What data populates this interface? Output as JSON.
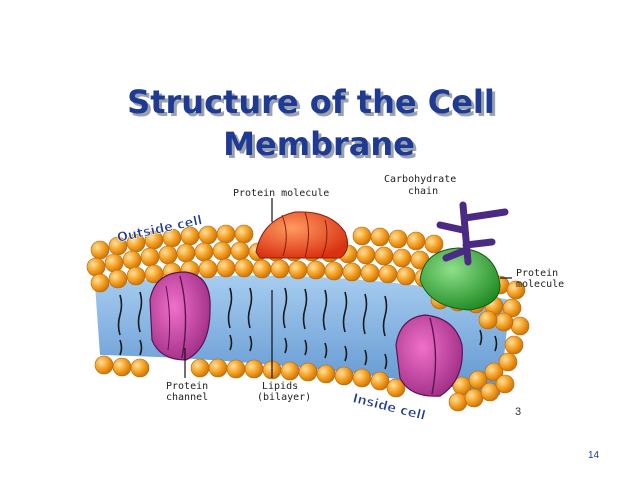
{
  "slide": {
    "title_line1": "Structure of the Cell",
    "title_line2": "Membrane",
    "slide_number": "14",
    "inner_number": "3"
  },
  "diagram": {
    "labels": {
      "protein_molecule_top": "Protein molecule",
      "carbohydrate_chain_1": "Carbohydrate",
      "carbohydrate_chain_2": "chain",
      "protein_molecule_right_1": "Protein",
      "protein_molecule_right_2": "molecule",
      "outside_cell": "Outside cell",
      "inside_cell": "Inside cell",
      "protein_channel_1": "Protein",
      "protein_channel_2": "channel",
      "lipids_1": "Lipids",
      "lipids_2": "(bilayer)"
    },
    "colors": {
      "title": "#1f3a93",
      "phospholipid_head": "#f4a020",
      "membrane_blue": "#7fb2e0",
      "protein_orange": "#e8431a",
      "protein_green": "#2fa82f",
      "channel_purple": "#b0308f",
      "carbohydrate_purple": "#4b2a86"
    }
  }
}
